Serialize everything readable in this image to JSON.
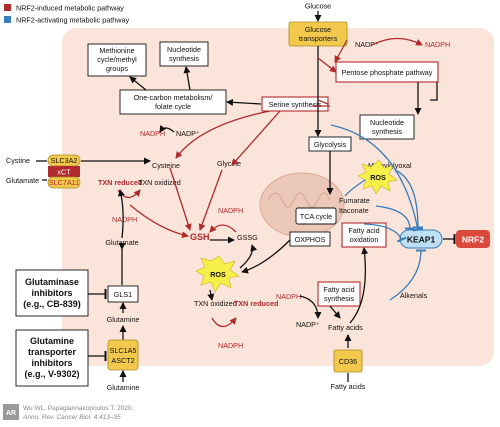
{
  "legend": {
    "induced": "NRF2-induced metabolic pathway",
    "activating": "NRF2-activating metabolic pathway",
    "colors": {
      "induced": "#b02a2e",
      "activating": "#3a7dbd",
      "cell": "#fbe5da",
      "transporter": "#f2c94c",
      "keap1": "#bfe0f4",
      "nrf2": "#d94a3d"
    }
  },
  "nodes": {
    "glucose": "Glucose",
    "glucose_transporters": "Glucose transporters",
    "methionine": "Methionine cycle/methyl groups",
    "nucleotide_top": "Nucleotide synthesis",
    "one_carbon": "One-carbon metabolism/ folate cycle",
    "serine": "Serine synthesis",
    "ppp": "Pentose phosphate pathway",
    "nucleotide_right": "Nucleotide synthesis",
    "glycolysis": "Glycolysis",
    "methylglyoxal": "Methylglyoxal",
    "cystine": "Cystine",
    "glutamate_out": "Glutamate",
    "slc3a2": "SLC3A2",
    "xct": "xCT",
    "slc7a11": "SLC7A11",
    "cysteine": "Cysteine",
    "glycine": "Glycine",
    "txn_reduced_1": "TXN reduced",
    "txn_oxidized_1": "TXN oxidized",
    "nadph_1": "NADPH",
    "nadph_2": "NADPH",
    "nadph_3": "NADPH",
    "nadph_4": "NADPH",
    "nadph_5": "NADPH",
    "nadph_6": "NADPH",
    "nadp_1": "NADP⁺",
    "nadp_2": "NADP⁺",
    "nadp_3": "NADP⁺",
    "gsh": "GSH",
    "gssg": "GSSG",
    "ros_center": "ROS",
    "ros_right": "ROS",
    "glutamate_in": "Glutamate",
    "gls1": "GLS1",
    "glutamine_1": "Glutamine",
    "glutamine_2": "Glutamine",
    "slc1a5": "SLC1A5",
    "asct2": "ASCT2",
    "txn_oxidized_2": "TXN oxidized",
    "txn_reduced_2": "TXN reduced",
    "tca": "TCA cycle",
    "fumarate": "Fumarate",
    "itaconate": "Itaconate",
    "oxphos": "OXPHOS",
    "fao": "Fatty acid oxidation",
    "keap1": "KEAP1",
    "nrf2": "NRF2",
    "fas": "Fatty acid synthesis",
    "fatty_acids_in": "Fatty acids",
    "alkenals": "Alkenals",
    "cd36": "CD36",
    "fatty_acids_out": "Fatty acids"
  },
  "inhibitors": {
    "glutaminase": [
      "Glutaminase",
      "inhibitors",
      "(e.g., CB-839)"
    ],
    "transporter": [
      "Glutamine",
      "transporter",
      "inhibitors",
      "(e.g., V-9302)"
    ]
  },
  "credit": {
    "logo": "AR",
    "line1": "Wu WL, Papagiannakopoulos T. 2020.",
    "line2": "Annu. Rev. Cancer Biol. 4:413–35"
  }
}
